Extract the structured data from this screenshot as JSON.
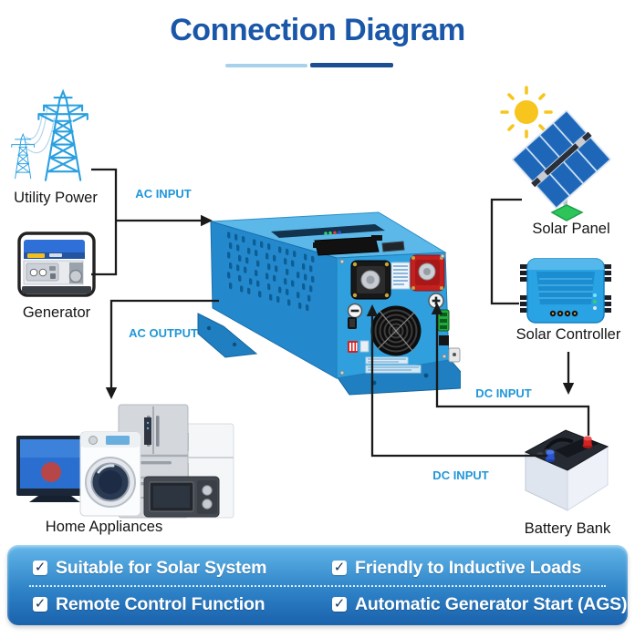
{
  "title": "Connection Diagram",
  "nodes": {
    "utility": {
      "label": "Utility Power"
    },
    "generator": {
      "label": "Generator"
    },
    "appliances": {
      "label": "Home Appliances"
    },
    "solar_panel": {
      "label": "Solar Panel"
    },
    "solar_controller": {
      "label": "Solar Controller"
    },
    "battery": {
      "label": "Battery Bank"
    }
  },
  "connections": {
    "ac_input": {
      "label": "AC INPUT"
    },
    "ac_output": {
      "label": "AC OUTPUT"
    },
    "dc_input_top": {
      "label": "DC INPUT"
    },
    "dc_input_bottom": {
      "label": "DC INPUT"
    }
  },
  "features": [
    {
      "label": "Suitable for Solar System",
      "checked": true
    },
    {
      "label": "Friendly to Inductive Loads",
      "checked": true
    },
    {
      "label": "Remote Control Function",
      "checked": true
    },
    {
      "label": "Automatic Generator Start (AGS)",
      "checked": true
    }
  ],
  "icons": {
    "check": "✓"
  },
  "colors": {
    "title_blue": "#1a57a8",
    "label_blue": "#2097d8",
    "wire_black": "#1a1a1a",
    "check_navy": "#16355e",
    "inverter_blue": "#2f9fdd",
    "bar_top": "#63b6e8",
    "bar_bottom": "#1a61ac"
  }
}
